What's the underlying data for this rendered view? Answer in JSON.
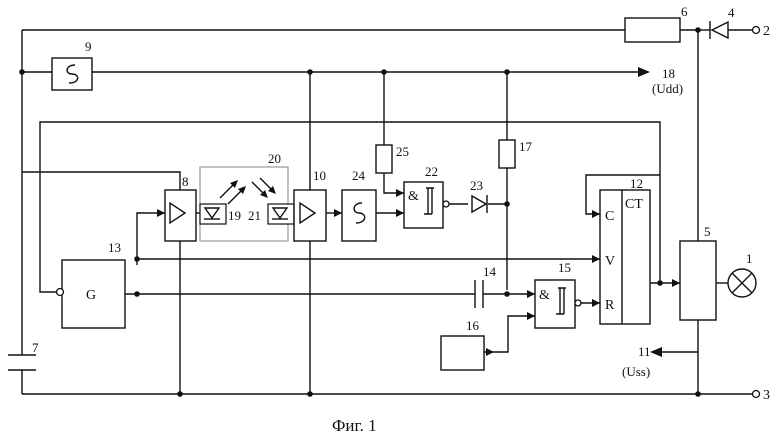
{
  "diagram": {
    "caption": "Фиг. 1",
    "terminals": {
      "t2": "2",
      "t3": "3"
    },
    "components": {
      "c1": "1",
      "c4": "4",
      "c5": "5",
      "c6": "6",
      "c7": "7",
      "c8": "8",
      "c9": "9",
      "c10": "10",
      "c11": "11",
      "c12": "12",
      "c13": "13",
      "c14": "14",
      "c15": "15",
      "c16": "16",
      "c17": "17",
      "c18": "18",
      "c19": "19",
      "c20": "20",
      "c21": "21",
      "c22": "22",
      "c23": "23",
      "c24": "24",
      "c25": "25"
    },
    "outputs": {
      "udd": "(Udd)",
      "uss": "(Uss)"
    },
    "generator_label": "G",
    "counter": {
      "ct": "CT",
      "pin_c": "C",
      "pin_v": "V",
      "pin_r": "R"
    },
    "gate_symbol": "&",
    "delay_symbol": "S"
  }
}
